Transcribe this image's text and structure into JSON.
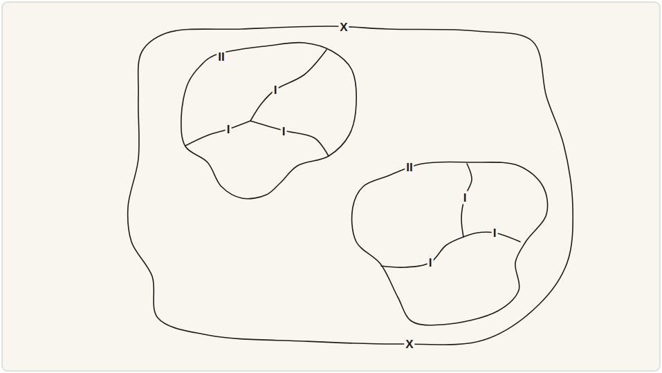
{
  "diagram": {
    "labels": [
      "X",
      "II",
      "I",
      "I",
      "I",
      "II",
      "I",
      "I",
      "I",
      "X"
    ]
  }
}
